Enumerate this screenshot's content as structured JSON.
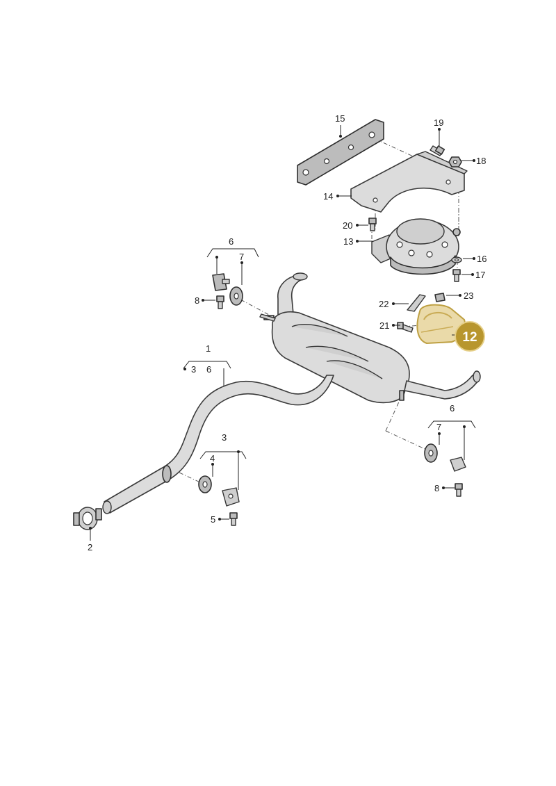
{
  "highlight_color": "#b8962e",
  "highlight_part": "12",
  "callouts": {
    "c1": "1",
    "c2": "2",
    "c3a": "3",
    "c3b": "3",
    "c4": "4",
    "c5": "5",
    "c6a": "6",
    "c6b": "6",
    "c6c": "6",
    "c7a": "7",
    "c7b": "7",
    "c8a": "8",
    "c8b": "8",
    "c12": "12",
    "c13": "13",
    "c14": "14",
    "c15": "15",
    "c16": "16",
    "c17": "17",
    "c18": "18",
    "c19": "19",
    "c20": "20",
    "c21": "21",
    "c22": "22",
    "c23": "23"
  }
}
